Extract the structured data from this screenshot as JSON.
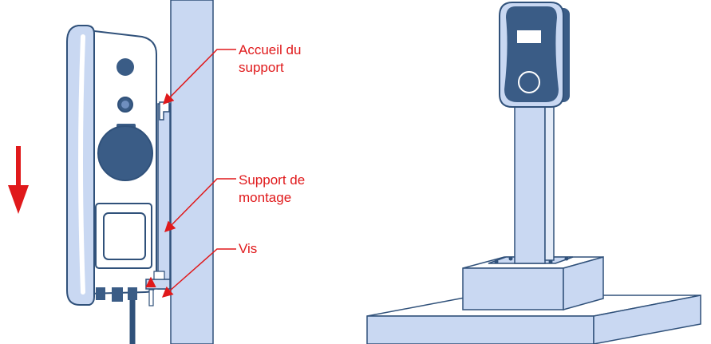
{
  "labels": {
    "cradle": [
      "Accueil du",
      "support"
    ],
    "bracket": [
      "Support de",
      "montage"
    ],
    "screw": [
      "Vis"
    ]
  },
  "colors": {
    "outline": "#30517a",
    "fill_light": "#c9d8f2",
    "fill_white": "#ffffff",
    "dark": "#3a5c86",
    "accent": "#e0191b"
  },
  "icons": {
    "direction_arrow": "arrow-down-icon"
  }
}
